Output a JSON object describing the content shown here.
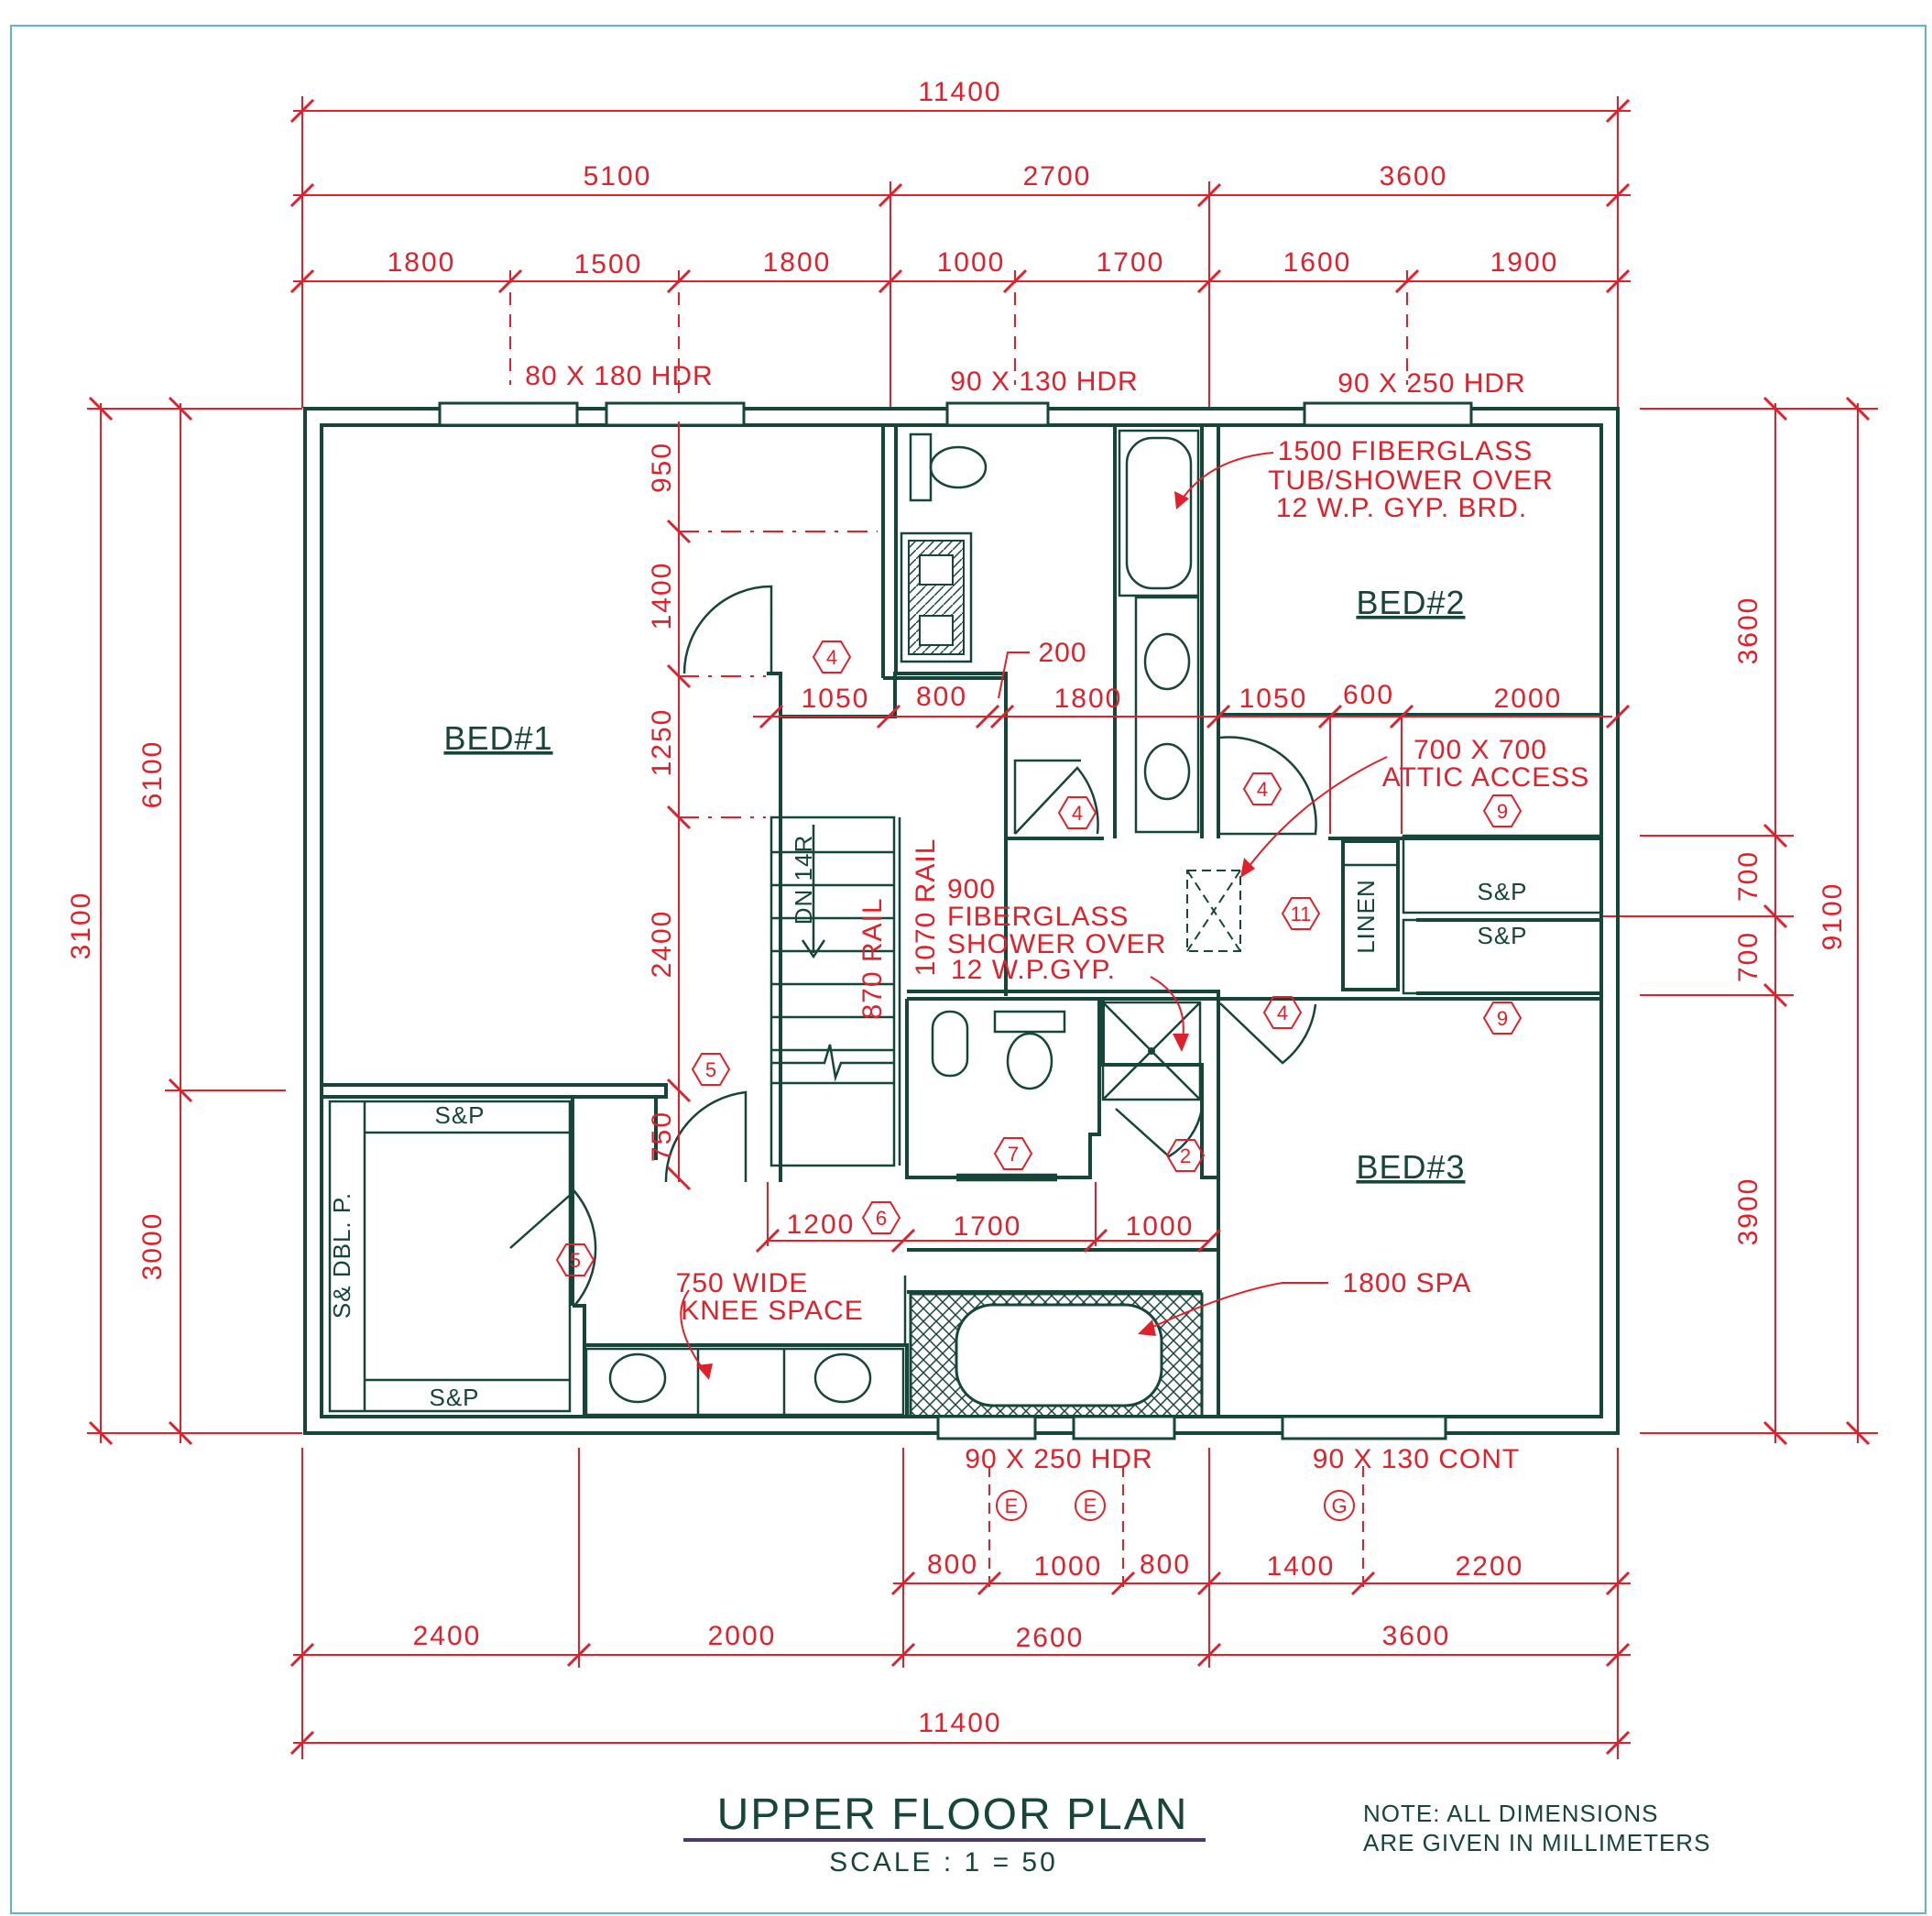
{
  "drawing": {
    "title": "UPPER FLOOR PLAN",
    "scale": "SCALE : 1 = 50",
    "note_line1": "NOTE: ALL DIMENSIONS",
    "note_line2": "ARE GIVEN IN MILLIMETERS"
  },
  "dimensions": {
    "top_overall": "11400",
    "top_mid": [
      "5100",
      "2700",
      "3600"
    ],
    "top_detail": [
      "1800",
      "1500",
      "1800",
      "1000",
      "1700",
      "1600",
      "1900"
    ],
    "bottom_detail": [
      "800",
      "1000",
      "800",
      "1400",
      "2200"
    ],
    "bottom_mid": [
      "2400",
      "2000",
      "2600",
      "3600"
    ],
    "bottom_overall": "11400",
    "left_outer": "3100",
    "left_inner": [
      "6100",
      "3000"
    ],
    "right_inner": [
      "3600",
      "700",
      "700",
      "3900"
    ],
    "right_outer": "9100",
    "interior_vertical": [
      "950",
      "1400",
      "1250",
      "2400",
      "750"
    ],
    "hall_row": [
      "1050",
      "800",
      "1800",
      "1050",
      "600",
      "2000"
    ],
    "bath_row": [
      "1200",
      "1700",
      "1000"
    ]
  },
  "headers": {
    "top": [
      "80 X 180 HDR",
      "90 X 130 HDR",
      "90 X 250 HDR"
    ],
    "bottom": [
      "90 X 250 HDR",
      "90 X 130 CONT"
    ]
  },
  "annotations": {
    "tub_line1": "1500 FIBERGLASS",
    "tub_line2": "TUB/SHOWER OVER",
    "tub_line3": "12 W.P. GYP. BRD.",
    "short_dim": "200",
    "attic_line1": "700 X 700",
    "attic_line2": "ATTIC ACCESS",
    "shower_line1": "900",
    "shower_line2": "FIBERGLASS",
    "shower_line3": "SHOWER OVER",
    "shower_line4": "12 W.P.GYP.",
    "rail_1070": "1070 RAIL",
    "rail_870": "870 RAIL",
    "stair": "DN 14R",
    "knee_line1": "750 WIDE",
    "knee_line2": "KNEE SPACE",
    "spa": "1800 SPA"
  },
  "rooms": {
    "bed1": "BED#1",
    "bed2": "BED#2",
    "bed3": "BED#3",
    "linen": "LINEN",
    "sp": "S&P",
    "dbl_p": "S& DBL. P."
  },
  "tags": {
    "door_tags": [
      "4",
      "4",
      "4",
      "4",
      "11",
      "9",
      "9",
      "5",
      "5",
      "6",
      "7",
      "2"
    ],
    "window_tags": [
      "E",
      "E",
      "G"
    ]
  },
  "colors": {
    "dimension": "#e0202a",
    "wall": "#16453a",
    "title_rule": "#4a3a6a",
    "border": "#5ab4d4"
  }
}
